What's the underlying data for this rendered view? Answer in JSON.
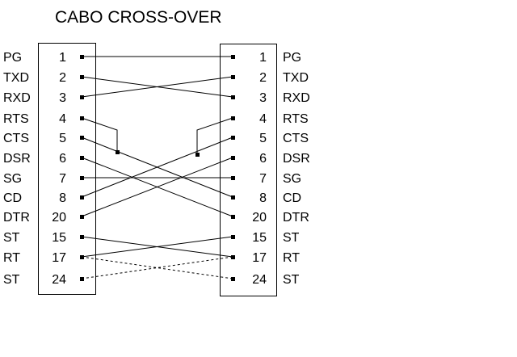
{
  "title": "CABO  CROSS-OVER",
  "left": [
    {
      "signal": "PG",
      "pin": "1"
    },
    {
      "signal": "TXD",
      "pin": "2"
    },
    {
      "signal": "RXD",
      "pin": "3"
    },
    {
      "signal": "RTS",
      "pin": "4"
    },
    {
      "signal": "CTS",
      "pin": "5"
    },
    {
      "signal": "DSR",
      "pin": "6"
    },
    {
      "signal": "SG",
      "pin": "7"
    },
    {
      "signal": "CD",
      "pin": "8"
    },
    {
      "signal": "DTR",
      "pin": "20"
    },
    {
      "signal": "ST",
      "pin": "15"
    },
    {
      "signal": "RT",
      "pin": "17"
    },
    {
      "signal": "ST",
      "pin": "24"
    }
  ],
  "right": [
    {
      "signal": "PG",
      "pin": "1"
    },
    {
      "signal": "TXD",
      "pin": "2"
    },
    {
      "signal": "RXD",
      "pin": "3"
    },
    {
      "signal": "RTS",
      "pin": "4"
    },
    {
      "signal": "CTS",
      "pin": "5"
    },
    {
      "signal": "DSR",
      "pin": "6"
    },
    {
      "signal": "SG",
      "pin": "7"
    },
    {
      "signal": "CD",
      "pin": "8"
    },
    {
      "signal": "DTR",
      "pin": "20"
    },
    {
      "signal": "ST",
      "pin": "15"
    },
    {
      "signal": "RT",
      "pin": "17"
    },
    {
      "signal": "ST",
      "pin": "24"
    }
  ],
  "wires": [
    {
      "from": 0,
      "to": 0,
      "style": "solid"
    },
    {
      "from": 1,
      "to": 2,
      "style": "solid"
    },
    {
      "from": 2,
      "to": 1,
      "style": "solid"
    },
    {
      "from": 4,
      "to": 7,
      "style": "solid"
    },
    {
      "from": 5,
      "to": 8,
      "style": "solid"
    },
    {
      "from": 6,
      "to": 6,
      "style": "solid"
    },
    {
      "from": 7,
      "to": 4,
      "style": "solid"
    },
    {
      "from": 8,
      "to": 5,
      "style": "solid"
    },
    {
      "from": 9,
      "to": 10,
      "style": "solid"
    },
    {
      "from": 10,
      "to": 9,
      "style": "solid"
    },
    {
      "from": 10,
      "to": 11,
      "style": "dashed"
    },
    {
      "from": 11,
      "to": 10,
      "style": "dashed"
    }
  ]
}
